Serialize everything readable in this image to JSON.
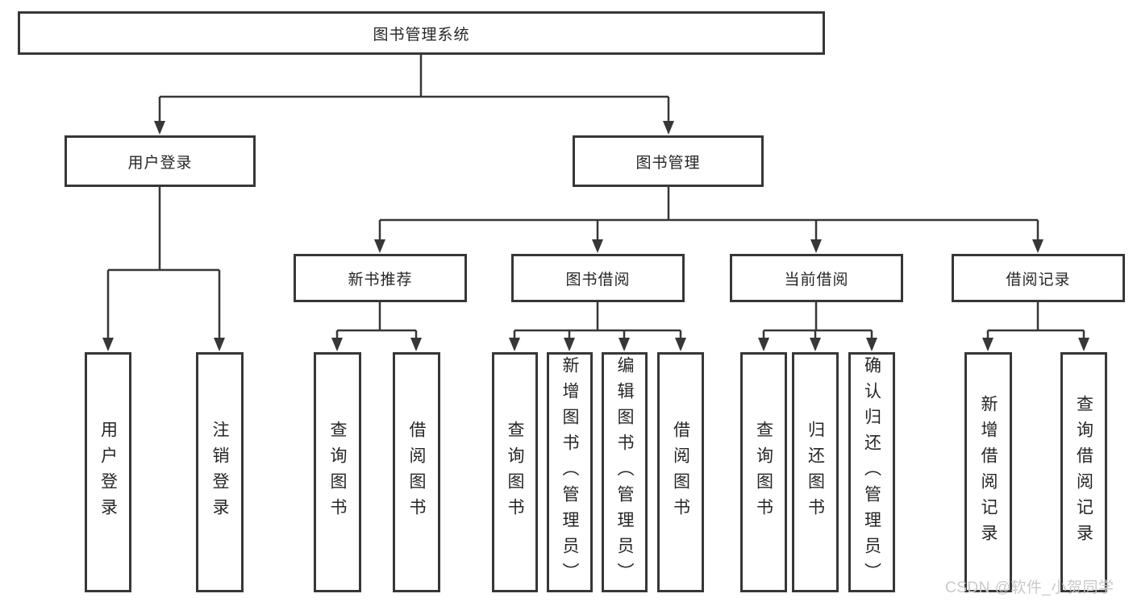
{
  "colors": {
    "line": "#373737",
    "text": "#262626",
    "watermark": "#c9c9c9",
    "background": "#ffffff"
  },
  "tree": {
    "root": {
      "label": "图书管理系统"
    },
    "branches": [
      {
        "label": "用户登录",
        "leaves": [
          {
            "label": "用户登录"
          },
          {
            "label": "注销登录"
          }
        ]
      },
      {
        "label": "图书管理",
        "groups": [
          {
            "label": "新书推荐",
            "leaves": [
              {
                "label": "查询图书"
              },
              {
                "label": "借阅图书"
              }
            ]
          },
          {
            "label": "图书借阅",
            "leaves": [
              {
                "label": "查询图书"
              },
              {
                "label": "新增图书（管理员）"
              },
              {
                "label": "编辑图书（管理员）"
              },
              {
                "label": "借阅图书"
              }
            ]
          },
          {
            "label": "当前借阅",
            "leaves": [
              {
                "label": "查询图书"
              },
              {
                "label": "归还图书"
              },
              {
                "label": "确认归还（管理员）"
              }
            ]
          },
          {
            "label": "借阅记录",
            "leaves": [
              {
                "label": "新增借阅记录"
              },
              {
                "label": "查询借阅记录"
              }
            ]
          }
        ]
      }
    ]
  },
  "watermark": {
    "text": "CSDN @软件_小贺同学"
  }
}
